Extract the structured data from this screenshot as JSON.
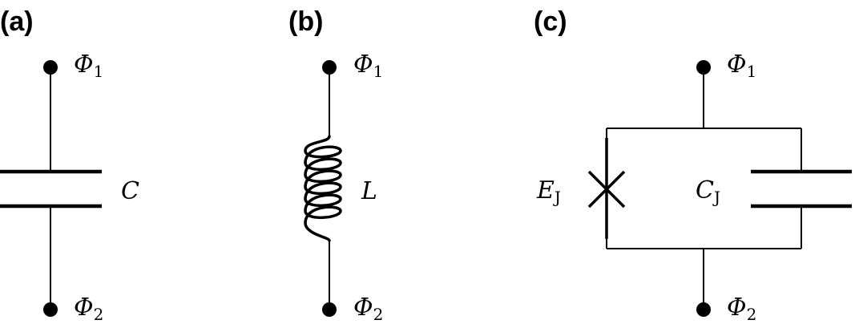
{
  "panels": {
    "a": {
      "label": "(a)",
      "node_top": {
        "symbol": "Φ",
        "subscript": "1"
      },
      "node_bottom": {
        "symbol": "Φ",
        "subscript": "2"
      },
      "element": {
        "symbol": "C"
      }
    },
    "b": {
      "label": "(b)",
      "node_top": {
        "symbol": "Φ",
        "subscript": "1"
      },
      "node_bottom": {
        "symbol": "Φ",
        "subscript": "2"
      },
      "element": {
        "symbol": "L"
      }
    },
    "c": {
      "label": "(c)",
      "node_top": {
        "symbol": "Φ",
        "subscript": "1"
      },
      "node_bottom": {
        "symbol": "Φ",
        "subscript": "2"
      },
      "junction": {
        "symbol": "E",
        "subscript": "J"
      },
      "capacitor": {
        "symbol": "C",
        "subscript": "J"
      }
    }
  }
}
